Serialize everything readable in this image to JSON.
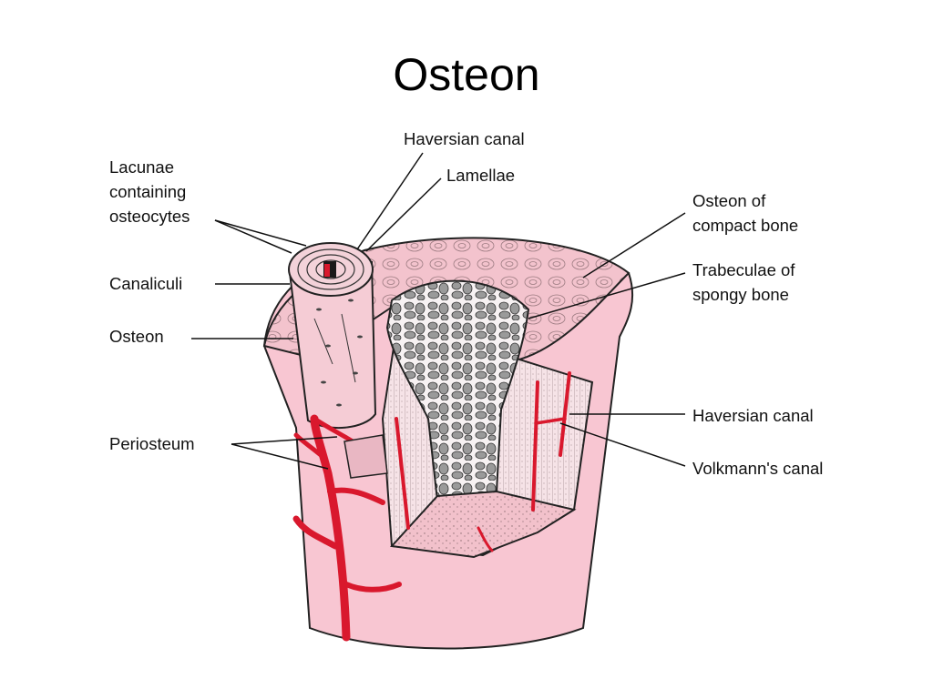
{
  "title": "Osteon",
  "labels": {
    "haversian_canal_top": "Haversian canal",
    "lamellae": "Lamellae",
    "lacunae": [
      "Lacunae",
      "containing",
      "osteocytes"
    ],
    "canaliculi": "Canaliculi",
    "osteon": "Osteon",
    "periosteum": "Periosteum",
    "osteon_compact": [
      "Osteon of",
      "compact bone"
    ],
    "trabeculae": [
      "Trabeculae of",
      "spongy bone"
    ],
    "haversian_canal_right": "Haversian canal",
    "volkmanns_canal": "Volkmann's canal"
  },
  "colors": {
    "bone_outer": "#f8c6d2",
    "bone_top": "#f2c1cb",
    "spongy": "#9a9a9a",
    "vessel": "#d9182d",
    "outline": "#222222"
  }
}
